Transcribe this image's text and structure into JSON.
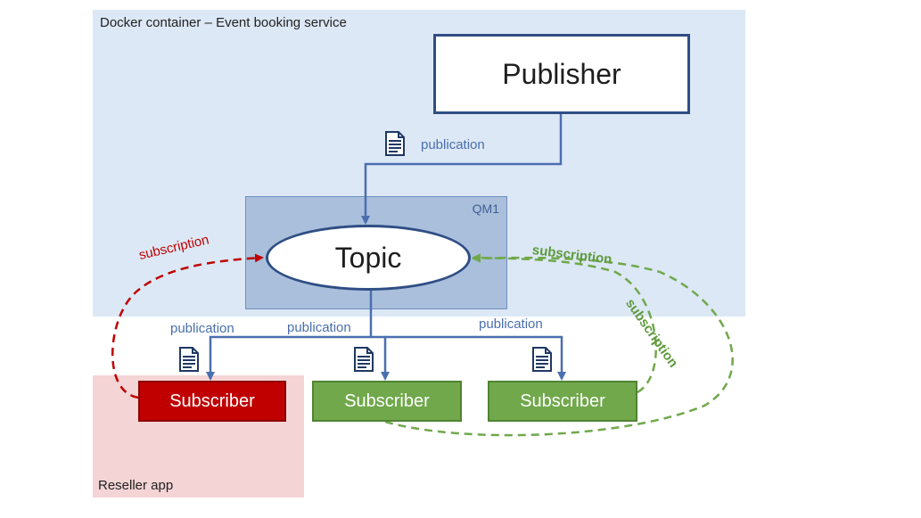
{
  "zones": {
    "docker_label": "Docker container – Event booking service",
    "reseller_label": "Reseller app"
  },
  "queue_manager": {
    "label": "QM1"
  },
  "publisher": {
    "label": "Publisher"
  },
  "topic": {
    "label": "Topic"
  },
  "subscribers": [
    {
      "label": "Subscriber",
      "status": "reseller"
    },
    {
      "label": "Subscriber",
      "status": "internal"
    },
    {
      "label": "Subscriber",
      "status": "internal"
    }
  ],
  "edges": {
    "publisher_to_topic": "publication",
    "topic_to_sub1": "publication",
    "topic_to_sub2": "publication",
    "topic_to_sub3": "publication",
    "reseller_subscription": "subscription",
    "sub3_subscription": "subscription",
    "sub2_subscription": "subscription"
  },
  "colors": {
    "docker_zone": "#dce8f5",
    "reseller_zone": "#f4d4d5",
    "qm": "#a9bfdc",
    "arrow": "#4a6fae",
    "reseller": "#c00000",
    "internal": "#70a84b"
  },
  "icons": {
    "document": "document-icon"
  }
}
